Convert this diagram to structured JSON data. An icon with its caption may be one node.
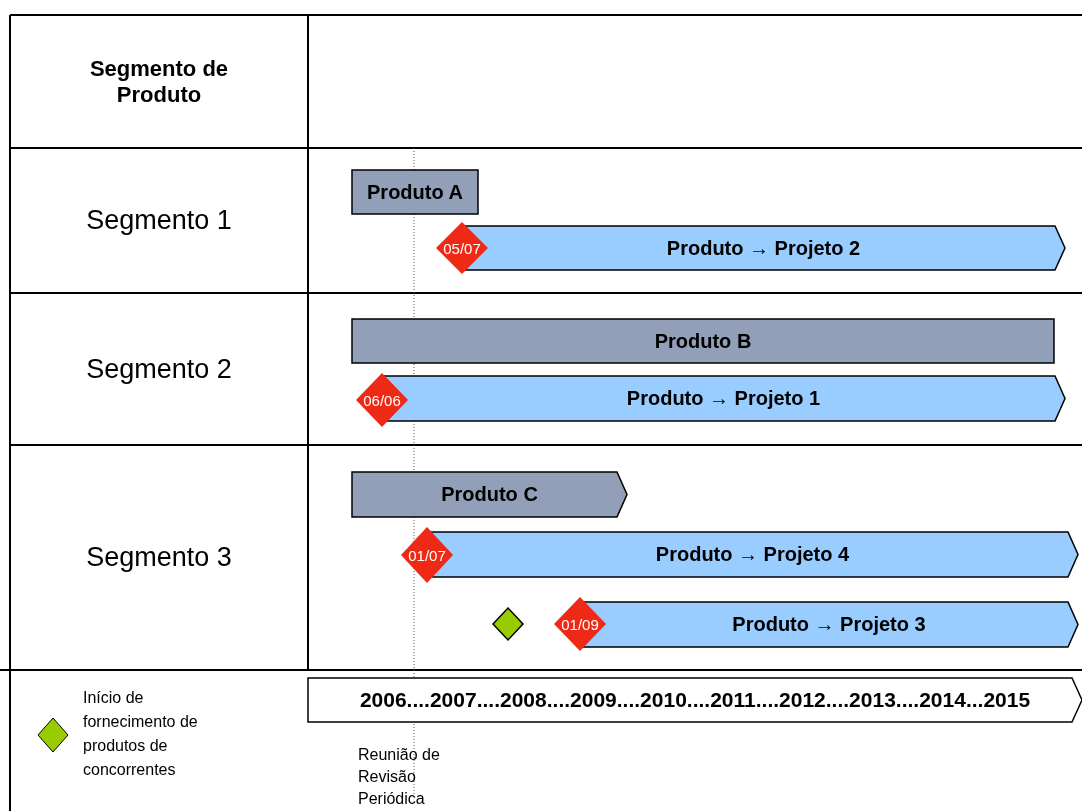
{
  "diagram": {
    "nodes": [
      {
        "text": [
          "Segmento de Produto"
        ]
      },
      {
        "text": [
          "Segmento 1"
        ]
      },
      {
        "text": [
          "Segmento 2"
        ]
      },
      {
        "text": [
          "Segmento 3"
        ]
      },
      {
        "text": [
          "Produto A"
        ]
      },
      {
        "text": [
          "Produto → Projeto 2"
        ]
      },
      {
        "text": [
          "05/07"
        ]
      },
      {
        "text": [
          "Produto B"
        ]
      },
      {
        "text": [
          "Produto → Projeto 1"
        ]
      },
      {
        "text": [
          "06/06"
        ]
      },
      {
        "text": [
          "Produto C"
        ]
      },
      {
        "text": [
          "Produto → Projeto 4"
        ]
      },
      {
        "text": [
          "01/07"
        ]
      },
      {
        "text": [],
        "shape": "diamond"
      },
      {
        "text": [
          "Produto → Projeto 3"
        ]
      },
      {
        "text": [
          "01/09"
        ]
      },
      {
        "text": [
          "2006....2007....2008....2009....2010....2011....2012....2013....2014...2015"
        ]
      }
    ],
    "edges": [],
    "labels": [
      "Reunião de Revisão Periódica"
    ],
    "legend": [
      {
        "text": "Início de fornecimento de produtos de concorrentes"
      }
    ]
  }
}
